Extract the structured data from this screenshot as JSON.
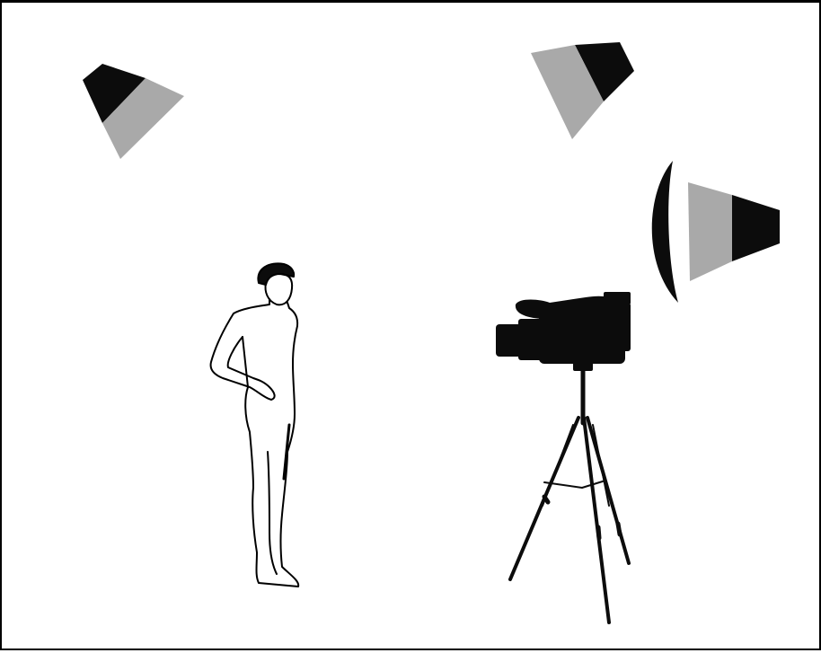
{
  "diagram": {
    "background": "#ffffff",
    "colors": {
      "dark": "#0c0c0c",
      "light": "#a9a9a9",
      "outline": "#000000"
    },
    "elements": [
      "softbox-light",
      "softbox-light",
      "reflector-with-softbox",
      "person-figure",
      "video-camera",
      "tripod"
    ]
  }
}
